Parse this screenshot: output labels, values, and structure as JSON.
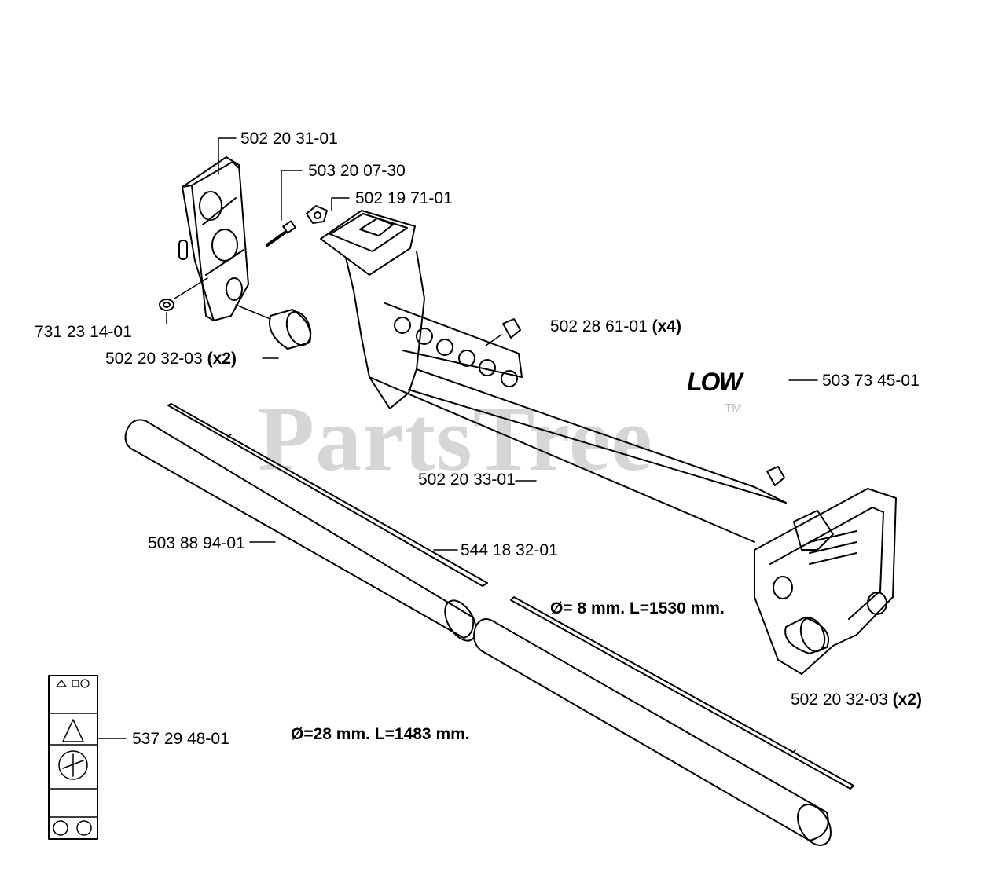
{
  "watermark": {
    "text": "PartsTree",
    "trademark": "TM"
  },
  "logo": {
    "text": "LOW"
  },
  "callouts": [
    {
      "part": "502 20 31-01",
      "qty": ""
    },
    {
      "part": "503 20 07-30",
      "qty": ""
    },
    {
      "part": "502 19 71-01",
      "qty": ""
    },
    {
      "part": "731 23 14-01",
      "qty": ""
    },
    {
      "part": "502 20 32-03",
      "qty": "(x2)"
    },
    {
      "part": "502 28 61-01",
      "qty": "(x4)"
    },
    {
      "part": "503 73 45-01",
      "qty": ""
    },
    {
      "part": "502 20 33-01",
      "qty": ""
    },
    {
      "part": "503 88 94-01",
      "qty": ""
    },
    {
      "part": "544 18 32-01",
      "qty": ""
    },
    {
      "part": "502 20 32-03",
      "qty": "(x2)"
    },
    {
      "part": "537 29 48-01",
      "qty": ""
    }
  ],
  "dimensions": {
    "drive_shaft": "Ø= 8 mm. L=1530 mm.",
    "tube": "Ø=28 mm. L=1483 mm."
  },
  "colors": {
    "line": "#000000",
    "watermark": "#cfcfcf",
    "background": "#ffffff"
  }
}
